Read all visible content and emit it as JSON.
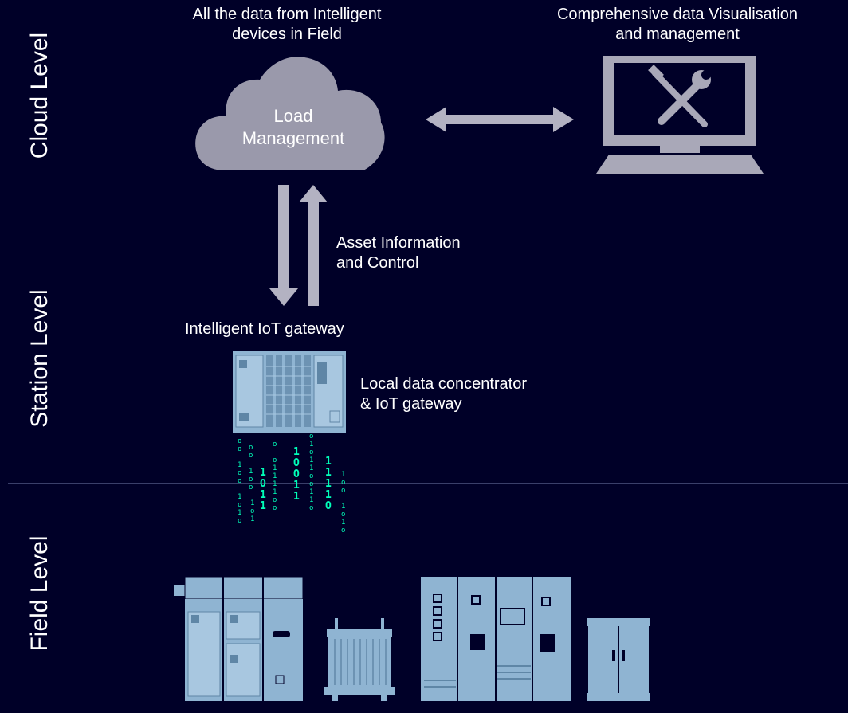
{
  "levels": {
    "cloud": "Cloud Level",
    "station": "Station Level",
    "field": "Field Level"
  },
  "cloud": {
    "caption": "All the data from Intelligent devices in Field",
    "caption_line1": "All the data from Intelligent",
    "caption_line2": "devices in Field",
    "label_line1": "Load",
    "label_line2": "Management"
  },
  "visualisation": {
    "caption_line1": "Comprehensive data Visualisation",
    "caption_line2": "and management"
  },
  "flow": {
    "label_line1": "Asset Information",
    "label_line2": "and Control"
  },
  "gateway": {
    "title": "Intelligent IoT gateway",
    "desc_line1": "Local data concentrator",
    "desc_line2": "& IoT gateway"
  },
  "colors": {
    "background": "#000028",
    "cloud": "#9a99ab",
    "arrow": "#b3b2c2",
    "device": "#8fb4d2",
    "bits": "#00ffb9"
  },
  "icons": [
    "cloud-icon",
    "laptop-tools-icon",
    "plc-gateway-icon",
    "switchgear-icon",
    "transformer-icon",
    "control-panel-icon",
    "cabinet-icon"
  ]
}
